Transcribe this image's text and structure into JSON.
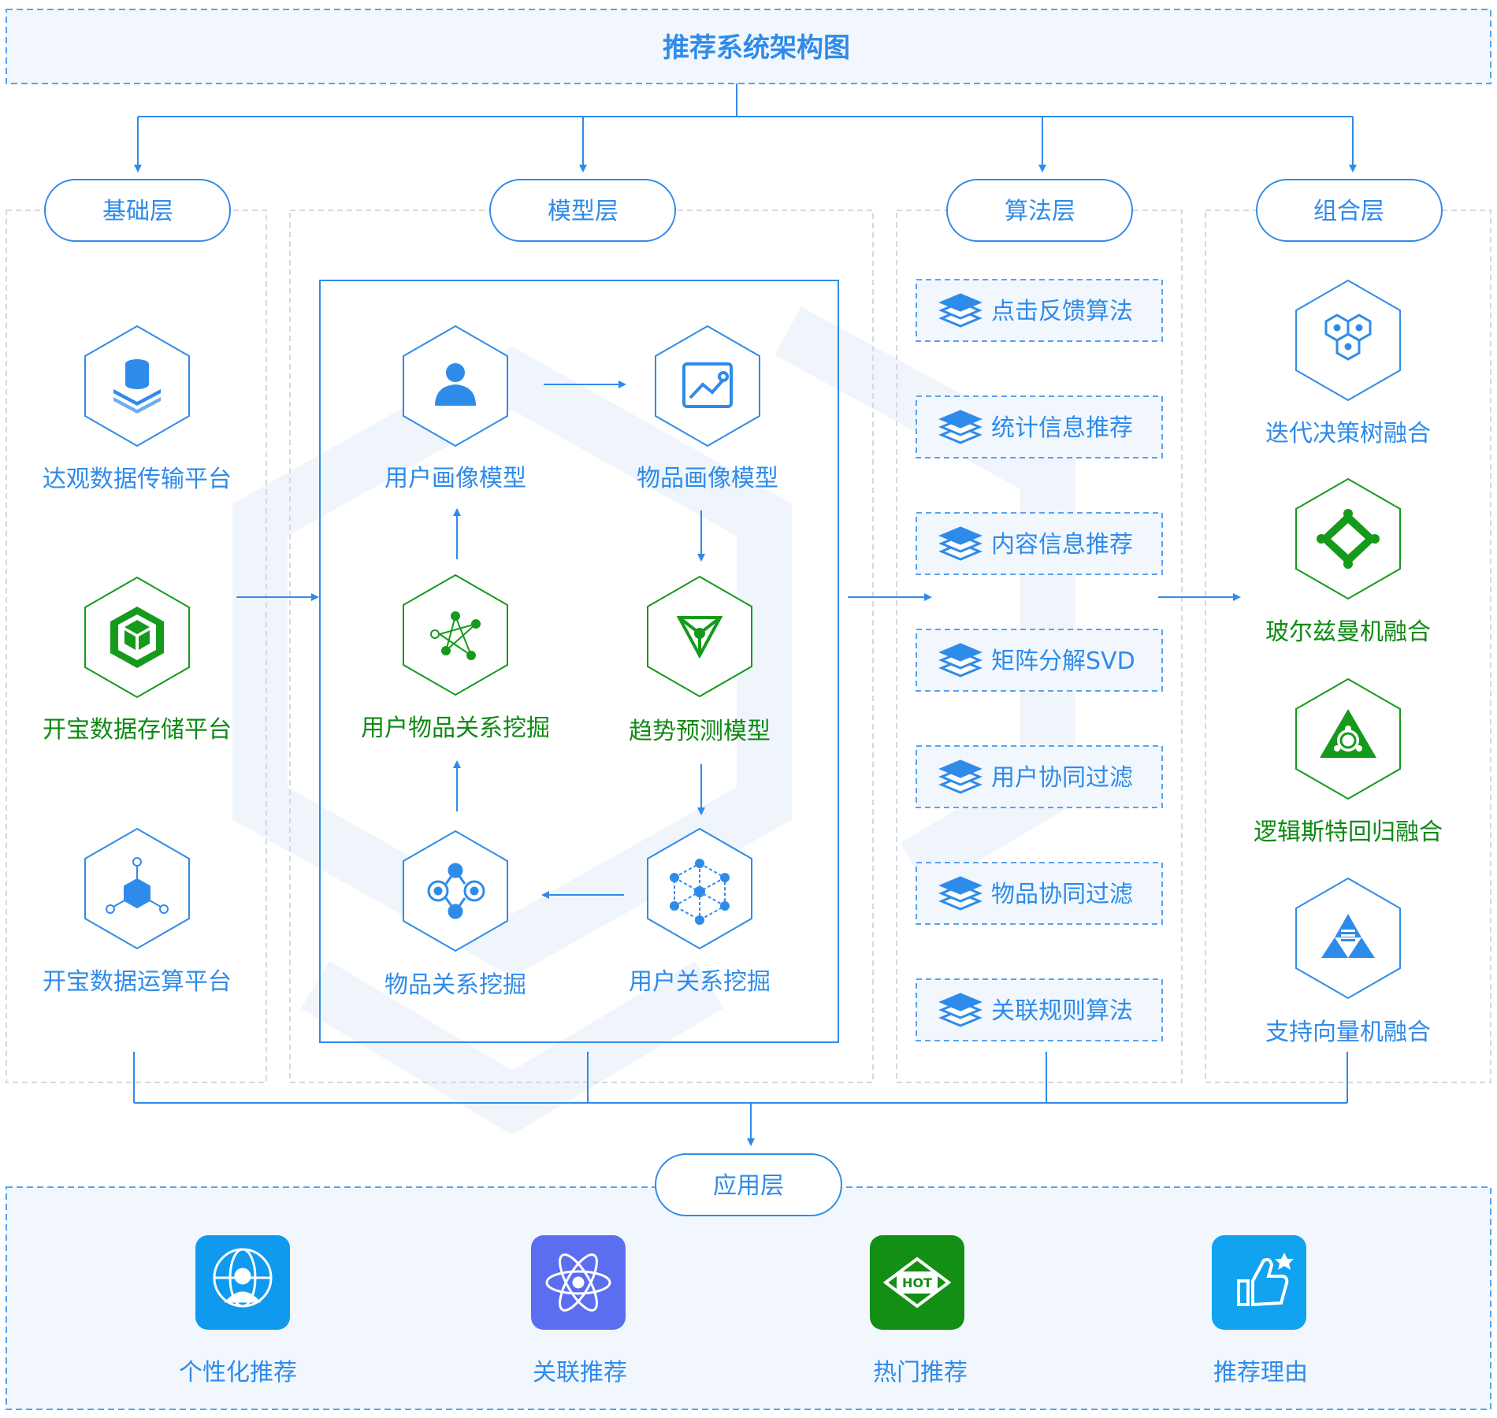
{
  "title": "推荐系统架构图",
  "colors": {
    "blue": "#2f8bea",
    "green": "#0f8a14",
    "dash": "#5aa2ee",
    "panelFill": "#f1f7fd",
    "hexStroke": "#2f8bea",
    "greenStroke": "#159a1b"
  },
  "layers": {
    "base": {
      "header": "基础层",
      "items": [
        {
          "label": "达观数据传输平台",
          "icon": "database-icon",
          "color": "blue"
        },
        {
          "label": "开宝数据存储平台",
          "icon": "cubes-icon",
          "color": "green"
        },
        {
          "label": "开宝数据运算平台",
          "icon": "cube-network-icon",
          "color": "blue"
        }
      ]
    },
    "model": {
      "header": "模型层",
      "items": [
        {
          "label": "用户画像模型",
          "icon": "user-icon",
          "color": "blue"
        },
        {
          "label": "物品画像模型",
          "icon": "image-chart-icon",
          "color": "blue"
        },
        {
          "label": "用户物品关系挖掘",
          "icon": "graph-network-icon",
          "color": "green"
        },
        {
          "label": "趋势预测模型",
          "icon": "triangle-node-icon",
          "color": "green"
        },
        {
          "label": "物品关系挖掘",
          "icon": "node-link-icon",
          "color": "blue"
        },
        {
          "label": "用户关系挖掘",
          "icon": "mesh-icon",
          "color": "blue"
        }
      ]
    },
    "algo": {
      "header": "算法层",
      "items": [
        {
          "label": "点击反馈算法"
        },
        {
          "label": "统计信息推荐"
        },
        {
          "label": "内容信息推荐"
        },
        {
          "label": "矩阵分解SVD"
        },
        {
          "label": "用户协同过滤"
        },
        {
          "label": "物品协同过滤"
        },
        {
          "label": "关联规则算法"
        }
      ],
      "icon": "layers-icon"
    },
    "combo": {
      "header": "组合层",
      "items": [
        {
          "label": "迭代决策树融合",
          "icon": "hex-cluster-icon",
          "color": "blue"
        },
        {
          "label": "玻尔兹曼机融合",
          "icon": "diamond-icon",
          "color": "green"
        },
        {
          "label": "逻辑斯特回归融合",
          "icon": "recycle-triangle-icon",
          "color": "green"
        },
        {
          "label": "支持向量机融合",
          "icon": "triangle-stack-icon",
          "color": "blue"
        }
      ]
    },
    "app": {
      "header": "应用层",
      "items": [
        {
          "label": "个性化推荐",
          "icon": "person-globe-icon",
          "bg": "#0f9af0"
        },
        {
          "label": "关联推荐",
          "icon": "atom-icon",
          "bg": "#5b6ef0"
        },
        {
          "label": "热门推荐",
          "icon": "hot-icon",
          "bg": "#128f14",
          "badge": "HOT"
        },
        {
          "label": "推荐理由",
          "icon": "thumbs-up-icon",
          "bg": "#11a2f0"
        }
      ]
    }
  }
}
